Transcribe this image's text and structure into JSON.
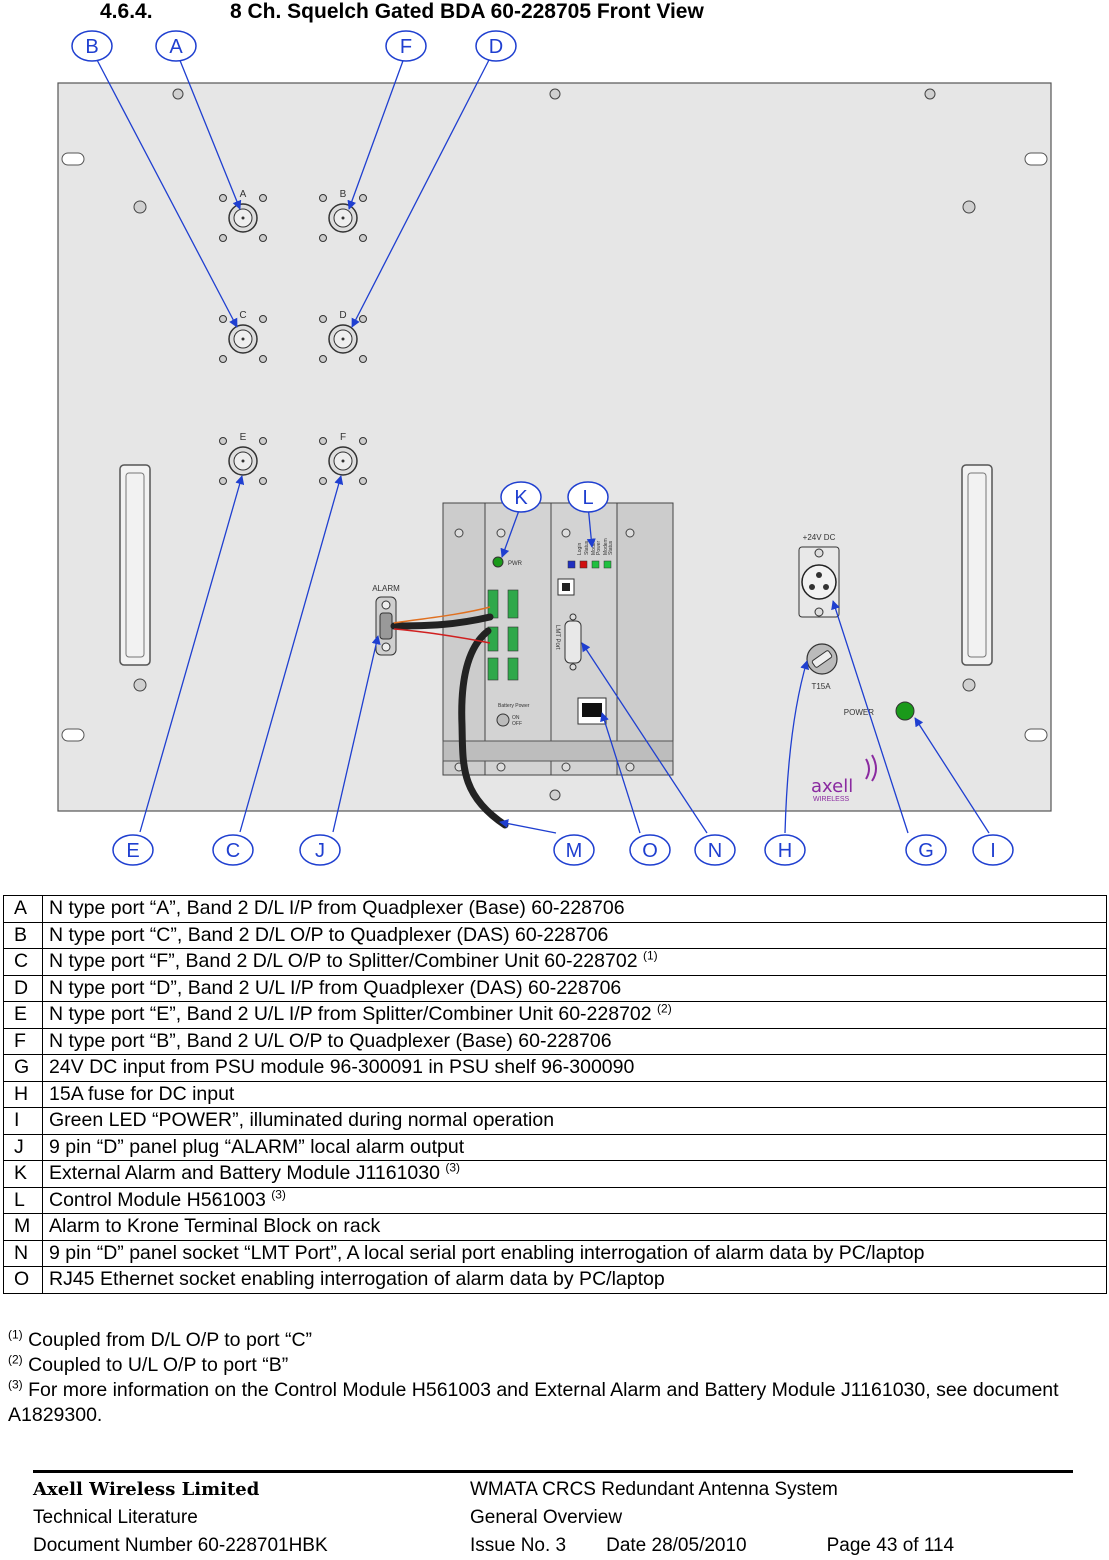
{
  "heading": {
    "number": "4.6.4.",
    "title": "8 Ch. Squelch Gated BDA 60-228705 Front View"
  },
  "diagram": {
    "callouts": [
      "A",
      "B",
      "C",
      "D",
      "E",
      "F",
      "G",
      "H",
      "I",
      "J",
      "K",
      "L",
      "M",
      "N",
      "O"
    ],
    "ports": [
      "A",
      "B",
      "C",
      "D",
      "E",
      "F"
    ],
    "alarm_label": "ALARM",
    "pwr_label": "PWR",
    "dc_label": "+24V DC",
    "fuse_label": "T15A",
    "power_label": "POWER",
    "lmt_label": "LMT Port",
    "module_status": [
      "Modem",
      "Status",
      "Modem",
      "Power",
      "Status",
      "Login"
    ],
    "battery_label": "Battery Power",
    "on_off": [
      "ON",
      "OFF"
    ],
    "logo": "axell",
    "logo_sub": "WIRELESS",
    "colors": {
      "panel": "#e6e6e6",
      "module": "#cfcfcf",
      "callout": "#1f3fd0",
      "led_green": "#1a9a1a"
    }
  },
  "legend": [
    {
      "key": "A",
      "text": "N type port “A”, Band 2 D/L I/P from Quadplexer (Base) 60-228706",
      "note": ""
    },
    {
      "key": "B",
      "text": "N type port “C”, Band 2 D/L O/P to Quadplexer (DAS) 60-228706",
      "note": ""
    },
    {
      "key": "C",
      "text": "N type port “F”, Band 2 D/L O/P to Splitter/Combiner Unit 60-228702",
      "note": "(1)"
    },
    {
      "key": "D",
      "text": "N type port “D”, Band 2 U/L I/P from Quadplexer (DAS) 60-228706",
      "note": ""
    },
    {
      "key": "E",
      "text": "N type port “E”, Band 2 U/L I/P from Splitter/Combiner Unit 60-228702",
      "note": "(2)"
    },
    {
      "key": "F",
      "text": "N type port “B”, Band 2 U/L O/P to Quadplexer (Base) 60-228706",
      "note": ""
    },
    {
      "key": "G",
      "text": "24V DC input from PSU module 96-300091 in PSU shelf 96-300090",
      "note": ""
    },
    {
      "key": "H",
      "text": "15A fuse for DC input",
      "note": ""
    },
    {
      "key": "I",
      "text": "Green LED “POWER”, illuminated during normal operation",
      "note": ""
    },
    {
      "key": "J",
      "text": "9 pin “D” panel plug “ALARM” local alarm output",
      "note": ""
    },
    {
      "key": "K",
      "text": "External Alarm and Battery Module J1161030",
      "note": "(3)"
    },
    {
      "key": "L",
      "text": "Control Module H561003",
      "note": "(3)"
    },
    {
      "key": "M",
      "text": "Alarm to Krone Terminal Block on rack",
      "note": ""
    },
    {
      "key": "N",
      "text": "9 pin “D” panel socket “LMT Port”, A local serial port enabling interrogation of alarm data by PC/laptop",
      "note": ""
    },
    {
      "key": "O",
      "text": "RJ45 Ethernet socket enabling interrogation of alarm data by PC/laptop",
      "note": ""
    }
  ],
  "notes": [
    {
      "mark": "(1)",
      "text": " Coupled from D/L O/P to port “C”"
    },
    {
      "mark": "(2)",
      "text": " Coupled to U/L O/P to port “B”"
    },
    {
      "mark": "(3)",
      "text": " For more information on the Control Module H561003 and External Alarm and Battery Module J1161030, see document A1829300."
    }
  ],
  "footer": {
    "company": "Axell Wireless Limited",
    "lit": "Technical Literature",
    "docnum": "Document Number 60-228701HBK",
    "system": "WMATA CRCS Redundant Antenna System",
    "overview": "General Overview",
    "issue": "Issue No. 3",
    "date": "Date 28/05/2010",
    "page": "Page 43 of 114"
  }
}
